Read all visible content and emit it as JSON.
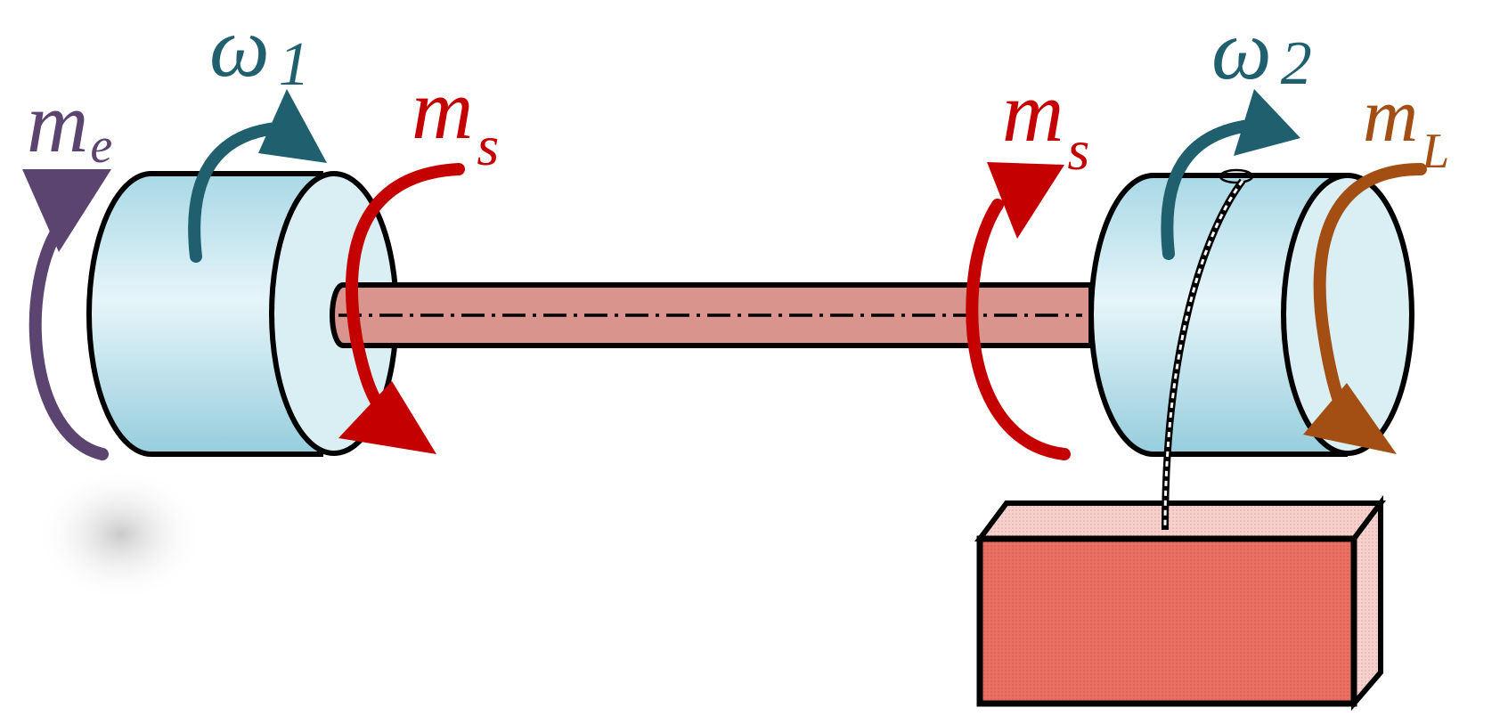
{
  "labels": {
    "me_main": "m",
    "me_sub": "e",
    "omega1_main": "ω",
    "omega1_sub": "1",
    "ms_left_main": "m",
    "ms_left_sub": "s",
    "ms_right_main": "m",
    "ms_right_sub": "s",
    "omega2_main": "ω",
    "omega2_sub": "2",
    "mL_main": "m",
    "mL_sub": "L"
  },
  "colors": {
    "me": "#5b4470",
    "omega": "#1f5f6e",
    "ms": "#c40000",
    "mL": "#a34e12",
    "disk_face": "#d8eef3",
    "disk_body": "#a9d9e6",
    "shaft": "#d9948e",
    "box": "#e96f63",
    "outline": "#000000"
  }
}
